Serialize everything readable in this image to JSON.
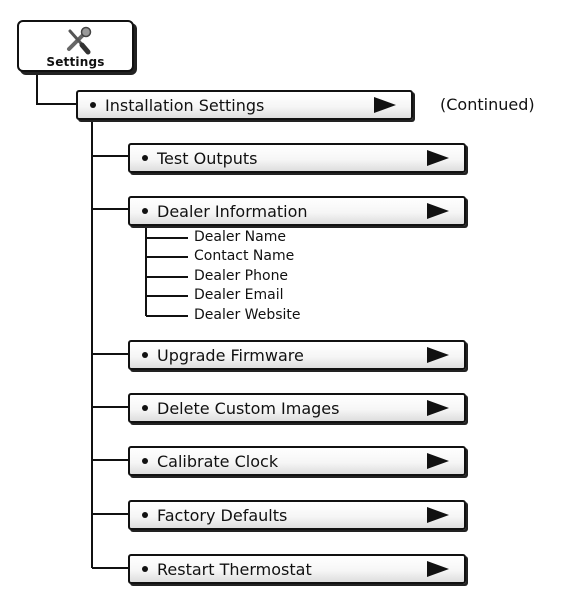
{
  "root": {
    "label": "Settings",
    "icon": "wrench-screwdriver-icon"
  },
  "main_item": {
    "label": "Installation Settings",
    "note": "(Continued)"
  },
  "items": [
    {
      "label": "Test Outputs"
    },
    {
      "label": "Dealer Information"
    },
    {
      "label": "Upgrade Firmware"
    },
    {
      "label": "Delete Custom Images"
    },
    {
      "label": "Calibrate Clock"
    },
    {
      "label": "Factory Defaults"
    },
    {
      "label": "Restart Thermostat"
    }
  ],
  "dealer_sub_items": [
    "Dealer Name",
    "Contact Name",
    "Dealer Phone",
    "Dealer Email",
    "Dealer Website"
  ]
}
